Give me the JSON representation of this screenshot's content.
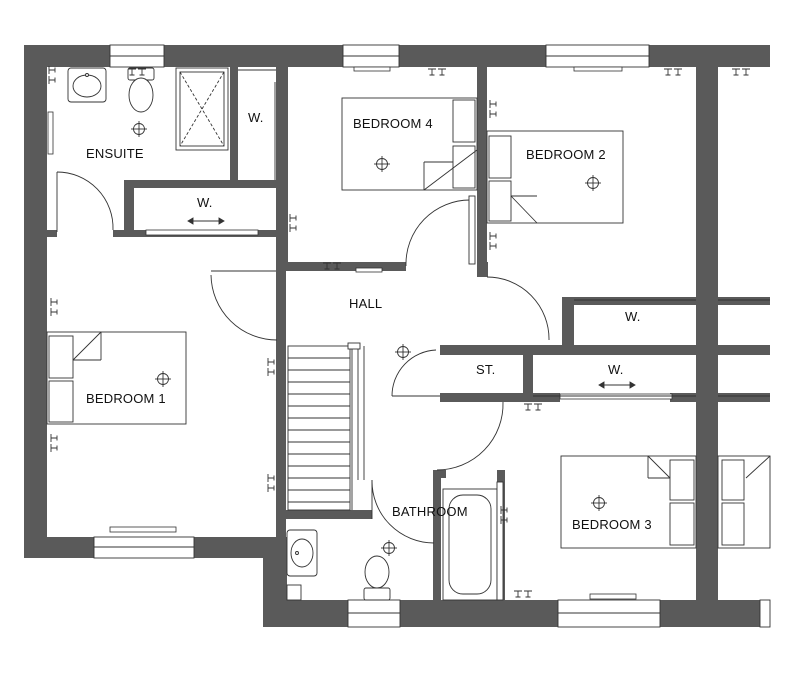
{
  "floorplan": {
    "colors": {
      "wall": "#5a5a5a",
      "line": "#333333",
      "fixture": "#ffffff",
      "background": "#ffffff"
    },
    "rooms": {
      "ensuite": "ENSUITE",
      "wardrobe_ensuite": "W.",
      "wardrobe_bed1": "W.",
      "bedroom4": "BEDROOM 4",
      "bedroom2": "BEDROOM 2",
      "hall": "HALL",
      "bedroom1": "BEDROOM 1",
      "wardrobe_right_top": "W.",
      "store": "ST.",
      "wardrobe_right": "W.",
      "bathroom": "BATHROOM",
      "bedroom3": "BEDROOM 3"
    },
    "icons": [
      "window-icon",
      "door-swing-icon",
      "light-fitting-icon",
      "socket-icon",
      "radiator-icon",
      "toilet-icon",
      "basin-icon",
      "shower-icon",
      "bath-icon",
      "stairs-icon",
      "bed-icon",
      "sliding-door-arrow-icon"
    ]
  }
}
